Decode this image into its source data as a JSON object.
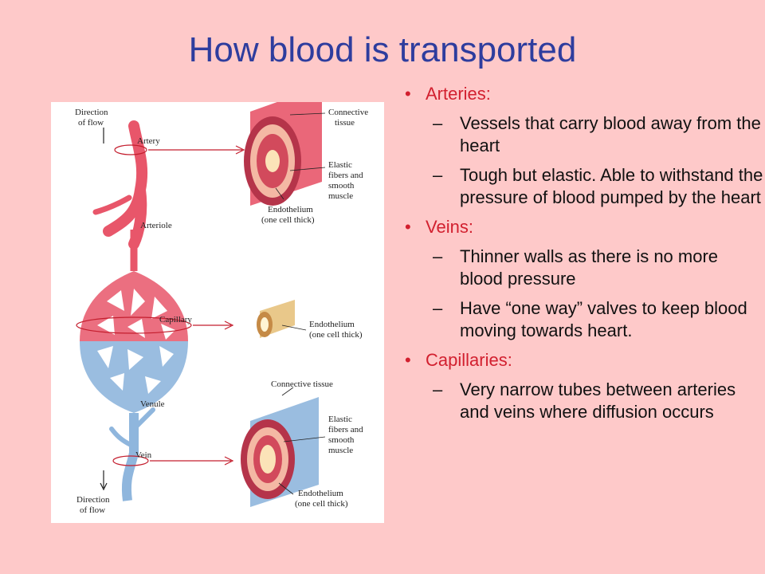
{
  "title": "How blood is transported",
  "bullets": [
    {
      "level": 1,
      "mark": "•",
      "text": "Arteries:"
    },
    {
      "level": 2,
      "mark": "–",
      "text": "Vessels that carry blood away from the heart"
    },
    {
      "level": 2,
      "mark": "–",
      "text": "Tough but elastic. Able to withstand the pressure of blood pumped by the heart"
    },
    {
      "level": 1,
      "mark": "•",
      "text": "Veins:"
    },
    {
      "level": 2,
      "mark": "–",
      "text": "Thinner walls as there is no more blood pressure"
    },
    {
      "level": 2,
      "mark": "–",
      "text": "Have “one way” valves to keep blood moving towards heart."
    },
    {
      "level": 1,
      "mark": "•",
      "text": "Capillaries:"
    },
    {
      "level": 2,
      "mark": "–",
      "text": "Very narrow tubes between arteries and veins where diffusion occurs"
    }
  ],
  "figure": {
    "direction_top_1": "Direction",
    "direction_top_2": "of flow",
    "artery": "Artery",
    "arteriole": "Arteriole",
    "capillary": "Capillary",
    "venule": "Venule",
    "vein": "Vein",
    "direction_bottom_1": "Direction",
    "direction_bottom_2": "of flow",
    "a_connective_1": "Connective",
    "a_connective_2": "tissue",
    "a_elastic_1": "Elastic",
    "a_elastic_2": "fibers and",
    "a_elastic_3": "smooth",
    "a_elastic_4": "muscle",
    "a_endo_1": "Endothelium",
    "a_endo_2": "(one cell thick)",
    "c_endo_1": "Endothelium",
    "c_endo_2": "(one cell thick)",
    "v_connective": "Connective tissue",
    "v_elastic_1": "Elastic",
    "v_elastic_2": "fibers and",
    "v_elastic_3": "smooth",
    "v_elastic_4": "muscle",
    "v_endo_1": "Endothelium",
    "v_endo_2": "(one cell thick)"
  },
  "colors": {
    "background": "#fec9c9",
    "title": "#2e3d9e",
    "level1": "#d2202f",
    "artery_red": "#e8566a",
    "vein_blue": "#8fb6dd"
  }
}
